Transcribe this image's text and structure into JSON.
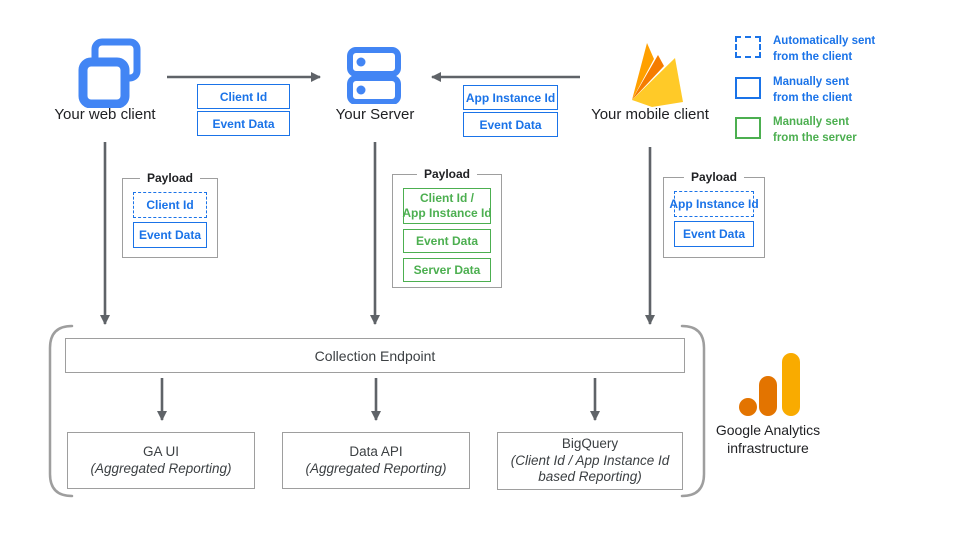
{
  "nodes": {
    "web_client": {
      "label": "Your web client"
    },
    "server": {
      "label": "Your Server"
    },
    "mobile_client": {
      "label": "Your mobile client"
    }
  },
  "flow_labels": {
    "web_to_server": {
      "items": [
        "Client Id",
        "Event Data"
      ]
    },
    "mobile_to_server": {
      "items": [
        "App Instance Id",
        "Event Data"
      ]
    }
  },
  "payloads": {
    "web": {
      "title": "Payload",
      "items": [
        {
          "label": "Client Id",
          "style": "dashed-blue"
        },
        {
          "label": "Event Data",
          "style": "solid-blue"
        }
      ]
    },
    "server": {
      "title": "Payload",
      "items": [
        {
          "label_line1": "Client Id /",
          "label_line2": "App Instance Id",
          "style": "solid-green"
        },
        {
          "label": "Event Data",
          "style": "solid-green"
        },
        {
          "label": "Server Data",
          "style": "solid-green"
        }
      ]
    },
    "mobile": {
      "title": "Payload",
      "items": [
        {
          "label": "App Instance Id",
          "style": "dashed-blue"
        },
        {
          "label": "Event Data",
          "style": "solid-blue"
        }
      ]
    }
  },
  "legend": {
    "items": [
      {
        "swatch": "dashed-blue",
        "line1": "Automatically sent",
        "line2": "from the client"
      },
      {
        "swatch": "solid-blue",
        "line1": "Manually sent",
        "line2": "from the client"
      },
      {
        "swatch": "solid-green",
        "line1": "Manually sent",
        "line2": "from the server"
      }
    ]
  },
  "infrastructure": {
    "endpoint_label": "Collection Endpoint",
    "outputs": [
      {
        "title": "GA UI",
        "subtitle": "(Aggregated Reporting)"
      },
      {
        "title": "Data API",
        "subtitle": "(Aggregated Reporting)"
      },
      {
        "title": "BigQuery",
        "subtitle": "(Client Id / App Instance Id based Reporting)"
      }
    ],
    "brand_line1": "Google Analytics",
    "brand_line2": "infrastructure"
  },
  "colors": {
    "blue": "#1A73E8",
    "icon_blue": "#4285F4",
    "green": "#4CAF50",
    "arrow_gray": "#5F6368",
    "box_border_gray": "#9E9E9E",
    "text_dark": "#202124",
    "firebase_amber": "#FFA000",
    "firebase_orange": "#F57C00",
    "firebase_yellow": "#FFCA28",
    "analytics_orange": "#E37400",
    "analytics_amber": "#F9AB00"
  }
}
